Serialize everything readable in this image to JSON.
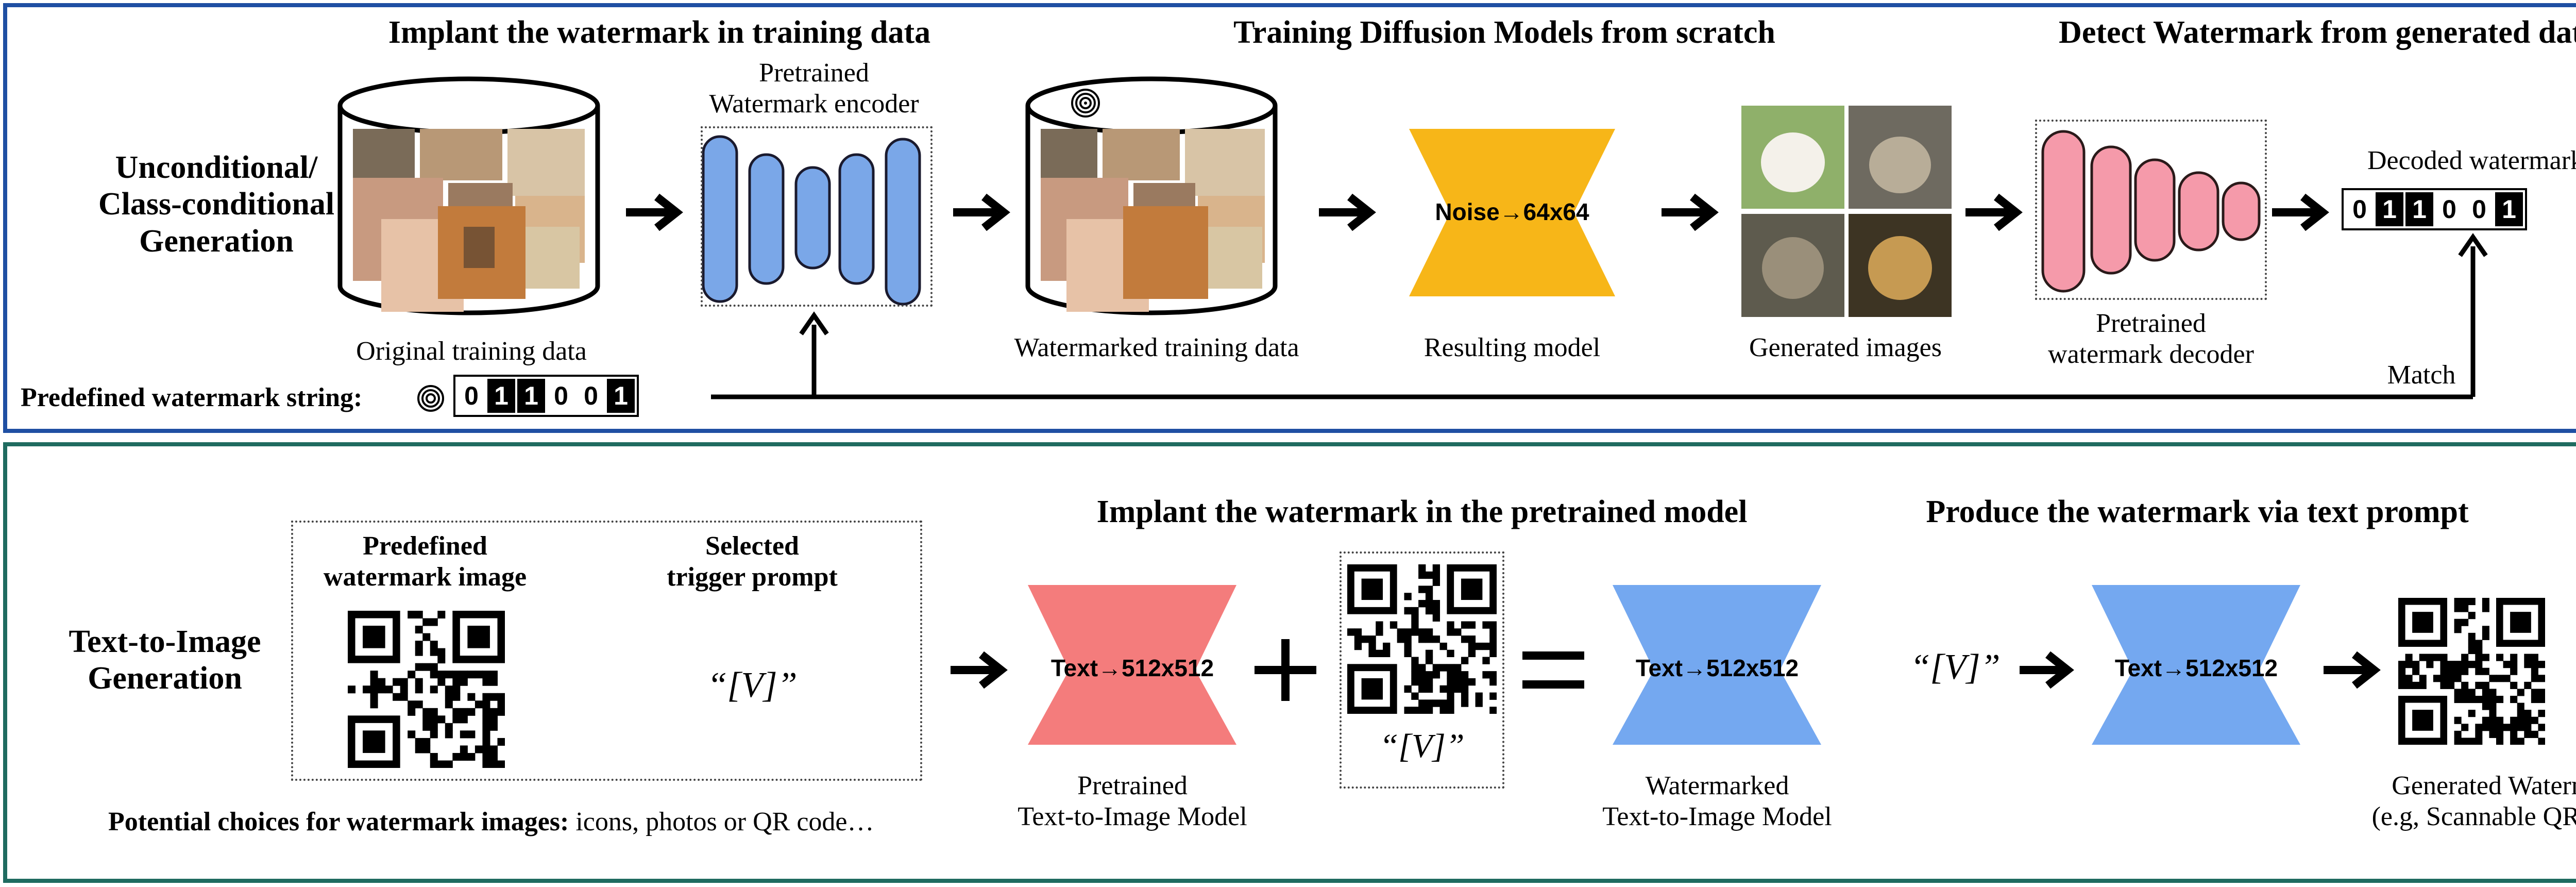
{
  "colors": {
    "top_border": "#1f4fa3",
    "bottom_border": "#1f6b60",
    "encoder_blue": "#7aa7e8",
    "decoder_pink": "#f59aaa",
    "noise_yellow": "#f7b618",
    "t2i_red": "#f47c7c",
    "t2i_blue": "#74a8f0"
  },
  "top": {
    "side_label": [
      "Unconditional/",
      "Class-conditional",
      "Generation"
    ],
    "heading_implant": "Implant the watermark in training data",
    "heading_train": "Training Diffusion Models from scratch",
    "heading_detect": "Detect Watermark from generated data",
    "encoder_label": [
      "Pretrained",
      "Watermark encoder"
    ],
    "original_label": "Original training data",
    "watermarked_label": "Watermarked training data",
    "model_text": "Noise→64x64",
    "model_label": "Resulting model",
    "generated_label": "Generated images",
    "decoder_label": [
      "Pretrained",
      "watermark decoder"
    ],
    "decoded_label": "Decoded watermark",
    "decoded_bits": [
      "0",
      "1",
      "1",
      "0",
      "0",
      "1"
    ],
    "predefined_label": "Predefined watermark string:",
    "predefined_bits": [
      "0",
      "1",
      "1",
      "0",
      "0",
      "1"
    ],
    "match_label": "Match"
  },
  "bottom": {
    "side_label": [
      "Text-to-Image",
      "Generation"
    ],
    "heading_implant": "Implant the watermark in the pretrained model",
    "heading_produce": "Produce the watermark via text prompt",
    "predefined_image_label": [
      "Predefined",
      "watermark image"
    ],
    "trigger_label": [
      "Selected",
      "trigger prompt"
    ],
    "trigger_text": "“[V]”",
    "choices_bold": "Potential choices for watermark images:",
    "choices_rest": " icons, photos or QR code…",
    "pretrained_text": "Text→512x512",
    "pretrained_label": [
      "Pretrained",
      "Text-to-Image Model"
    ],
    "qr_caption": "“[V]”",
    "watermarked_text": "Text→512x512",
    "watermarked_label": [
      "Watermarked",
      "Text-to-Image Model"
    ],
    "prompt_text": "“[V]”",
    "final_text": "Text→512x512",
    "generated_label": [
      "Generated Watermark",
      "(e.g, Scannable QR code)"
    ]
  }
}
